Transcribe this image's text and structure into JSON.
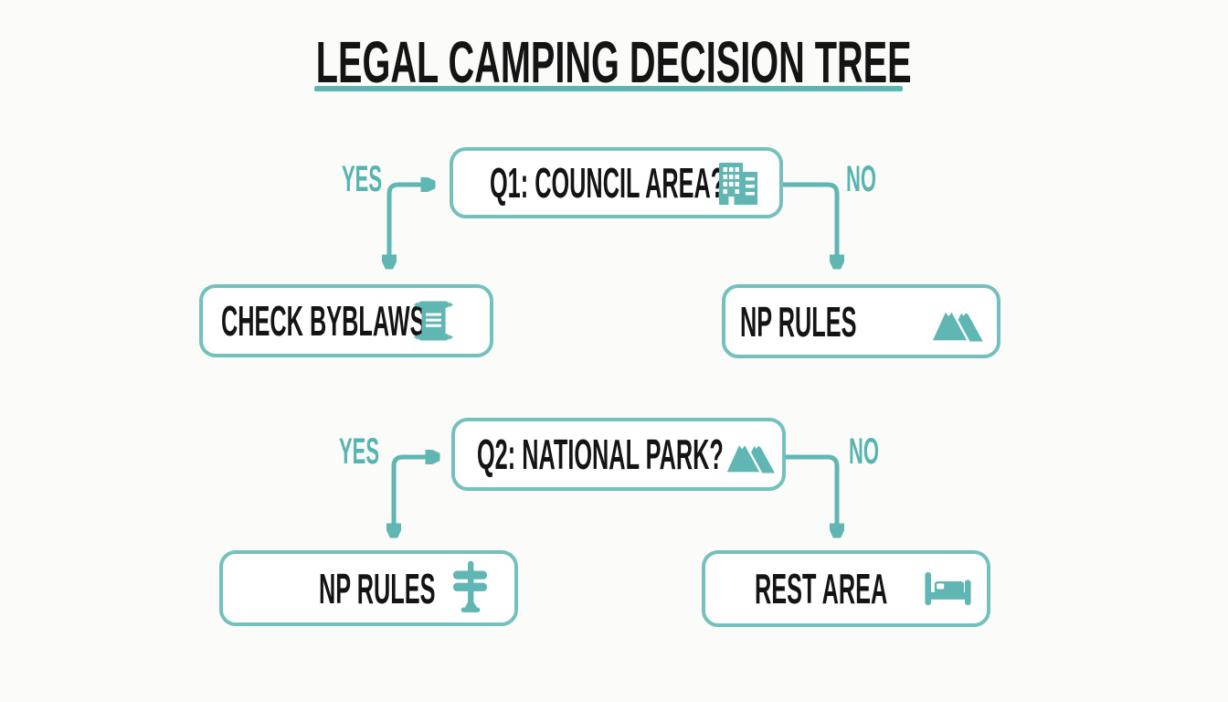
{
  "title": "LEGAL CAMPING DECISION TREE",
  "colors": {
    "accent_teal": "#5fb6b2",
    "box_border_teal": "#73c0bd",
    "underline_teal": "#5cb5b1",
    "text_black": "#141414",
    "background": "#fbfbf9",
    "box_fill": "#ffffff"
  },
  "diagram": {
    "q1": {
      "label": "Q1: COUNCIL AREA?",
      "icon": "building-icon"
    },
    "q1_yes": "YES",
    "q1_no": "NO",
    "check_byblaws": {
      "label": "CHECK BYBLAWS",
      "icon": "scroll-icon"
    },
    "np_rules_top": {
      "label": "NP RULES",
      "icon": "mountains-icon"
    },
    "q2": {
      "label": "Q2: NATIONAL PARK?",
      "icon": "mountains-icon"
    },
    "q2_yes": "YES",
    "q2_no": "NO",
    "np_rules_bottom": {
      "label": "NP RULES",
      "icon": "signpost-icon"
    },
    "rest_area": {
      "label": "REST AREA",
      "icon": "bed-icon"
    },
    "edges": [
      {
        "from": "q1",
        "answer": "YES",
        "to": "check_byblaws"
      },
      {
        "from": "q1",
        "answer": "NO",
        "to": "np_rules_top"
      },
      {
        "from": "q2",
        "answer": "YES",
        "to": "np_rules_bottom"
      },
      {
        "from": "q2",
        "answer": "NO",
        "to": "rest_area"
      }
    ]
  }
}
